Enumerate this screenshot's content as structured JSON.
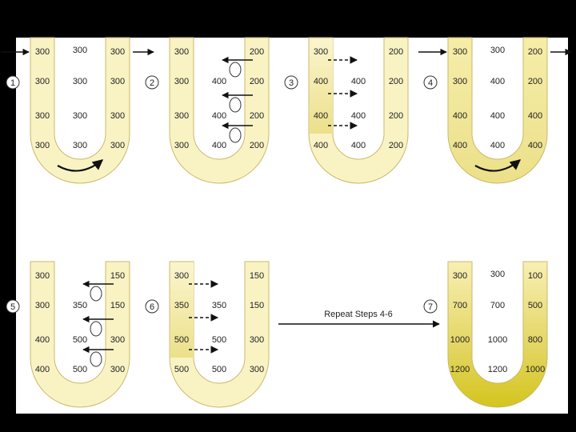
{
  "diagram": {
    "repeat_label": "Repeat Steps 4-6",
    "colors": {
      "tube_light": "#f9f3c4",
      "tube_outline": "#c9b96a",
      "tube_shade_medium": "#efe39a",
      "tube_shade_dark": "#d9cb2e",
      "arrow": "#111111",
      "text": "#222222"
    },
    "steps": [
      {
        "label": "1",
        "left": [
          "300",
          "300",
          "300",
          "300"
        ],
        "middle": [
          "300",
          "300",
          "300",
          "300"
        ],
        "right": [
          "300",
          "300",
          "300",
          "300"
        ],
        "flow_in": true,
        "flow_out": true,
        "turn_arrow": true,
        "pump_arrows": false,
        "diffusion_arrows": false,
        "shading": "none"
      },
      {
        "label": "2",
        "left": [
          "300",
          "300",
          "300",
          "300"
        ],
        "middle": [
          "400",
          "400",
          "400"
        ],
        "right": [
          "200",
          "200",
          "200",
          "200"
        ],
        "flow_in": false,
        "flow_out": false,
        "turn_arrow": false,
        "pump_arrows": true,
        "diffusion_arrows": false,
        "shading": "none"
      },
      {
        "label": "3",
        "left": [
          "300",
          "400",
          "400",
          "400"
        ],
        "middle": [
          "400",
          "400",
          "400"
        ],
        "right": [
          "200",
          "200",
          "200",
          "200"
        ],
        "flow_in": false,
        "flow_out": false,
        "turn_arrow": false,
        "pump_arrows": false,
        "diffusion_arrows": true,
        "shading": "left-descending"
      },
      {
        "label": "4",
        "left": [
          "300",
          "300",
          "400",
          "400"
        ],
        "middle": [
          "300",
          "400",
          "400",
          "400"
        ],
        "right": [
          "200",
          "200",
          "400",
          "400"
        ],
        "flow_in": true,
        "flow_out": true,
        "turn_arrow": true,
        "pump_arrows": false,
        "diffusion_arrows": false,
        "shading": "full-light"
      },
      {
        "label": "5",
        "left": [
          "300",
          "300",
          "400",
          "400"
        ],
        "middle": [
          "350",
          "500",
          "500"
        ],
        "right": [
          "150",
          "150",
          "300",
          "300"
        ],
        "flow_in": false,
        "flow_out": false,
        "turn_arrow": false,
        "pump_arrows": true,
        "diffusion_arrows": false,
        "shading": "none"
      },
      {
        "label": "6",
        "left": [
          "300",
          "350",
          "500",
          "500"
        ],
        "middle": [
          "350",
          "500",
          "500"
        ],
        "right": [
          "150",
          "150",
          "300",
          "300"
        ],
        "flow_in": false,
        "flow_out": false,
        "turn_arrow": false,
        "pump_arrows": false,
        "diffusion_arrows": true,
        "shading": "left-descending"
      },
      {
        "label": "7",
        "left": [
          "300",
          "700",
          "1000",
          "1200"
        ],
        "middle": [
          "300",
          "700",
          "1000",
          "1200"
        ],
        "right": [
          "100",
          "500",
          "800",
          "1000"
        ],
        "flow_in": false,
        "flow_out": false,
        "turn_arrow": false,
        "pump_arrows": false,
        "diffusion_arrows": false,
        "shading": "gradient-dark"
      }
    ]
  }
}
